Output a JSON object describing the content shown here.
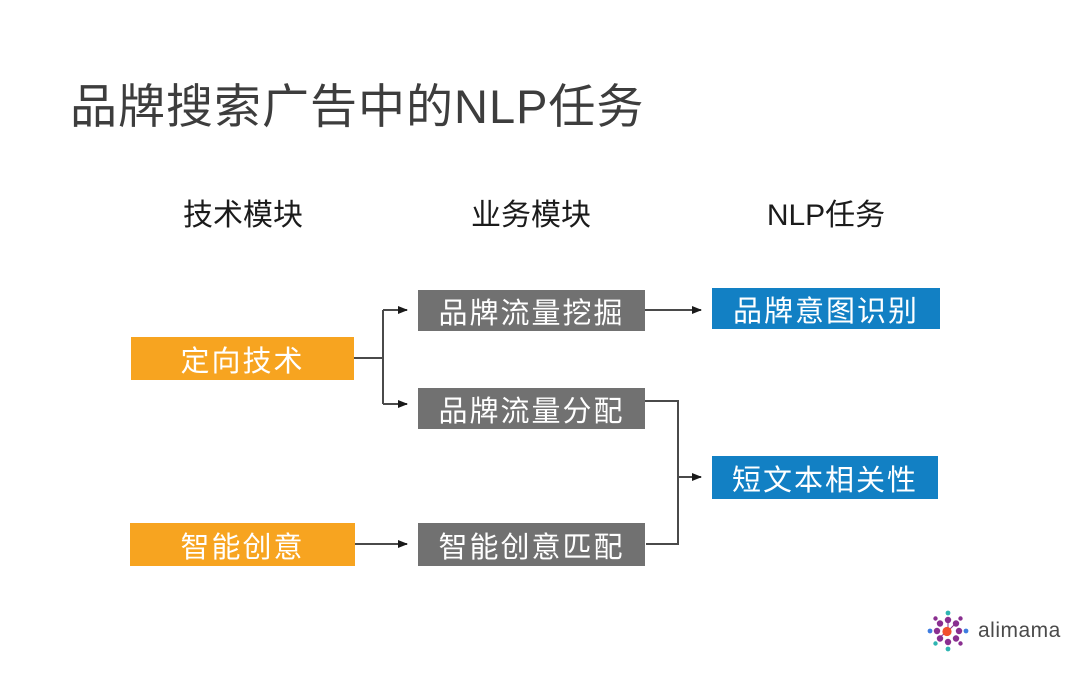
{
  "title": "品牌搜索广告中的NLP任务",
  "columns": [
    {
      "id": "tech",
      "label": "技术模块"
    },
    {
      "id": "business",
      "label": "业务模块"
    },
    {
      "id": "nlp",
      "label": "NLP任务"
    }
  ],
  "nodes": {
    "targeting": {
      "label": "定向技术",
      "column": "技术模块"
    },
    "creative": {
      "label": "智能创意",
      "column": "技术模块"
    },
    "mining": {
      "label": "品牌流量挖掘",
      "column": "业务模块"
    },
    "alloc": {
      "label": "品牌流量分配",
      "column": "业务模块"
    },
    "matching": {
      "label": "智能创意匹配",
      "column": "业务模块"
    },
    "intent": {
      "label": "品牌意图识别",
      "column": "NLP任务"
    },
    "shorttext": {
      "label": "短文本相关性",
      "column": "NLP任务"
    }
  },
  "edges": [
    {
      "from": "定向技术",
      "to": "品牌流量挖掘"
    },
    {
      "from": "定向技术",
      "to": "品牌流量分配"
    },
    {
      "from": "品牌流量挖掘",
      "to": "品牌意图识别"
    },
    {
      "from": "品牌流量分配",
      "to": "短文本相关性"
    },
    {
      "from": "智能创意",
      "to": "智能创意匹配"
    },
    {
      "from": "智能创意匹配",
      "to": "短文本相关性"
    }
  ],
  "colors": {
    "tech_module": "#F7A420",
    "business_module": "#717171",
    "nlp_task": "#1280C4",
    "connector": "#4a4a4a",
    "title_text": "#3d3d3d",
    "node_text": "#ffffff"
  },
  "logo": {
    "text": "alimama"
  }
}
